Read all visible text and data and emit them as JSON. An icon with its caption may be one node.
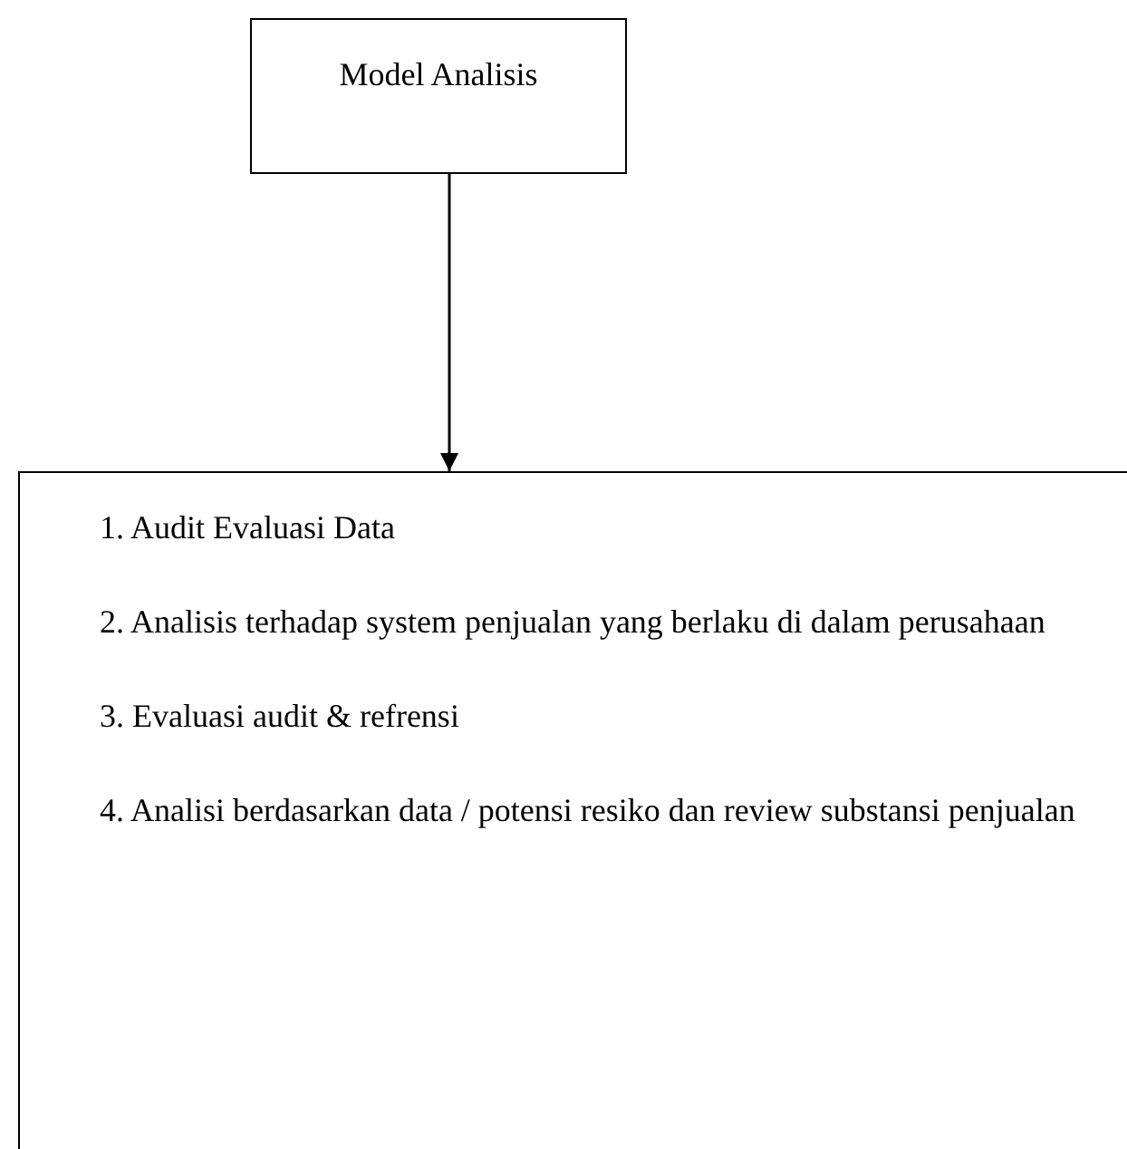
{
  "diagram": {
    "nodes": [
      {
        "text": [
          "Model Analisis"
        ]
      },
      {
        "text": [
          "1. Audit Evaluasi Data",
          "2. Analisis terhadap system penjualan yang berlaku di dalam perusahaan",
          "3. Evaluasi audit & refrensi",
          "4. Analisi berdasarkan data / potensi resiko dan review substansi penjualan"
        ]
      }
    ],
    "edges": [
      {
        "from": 0,
        "to": 1,
        "arrow": "to"
      }
    ]
  }
}
